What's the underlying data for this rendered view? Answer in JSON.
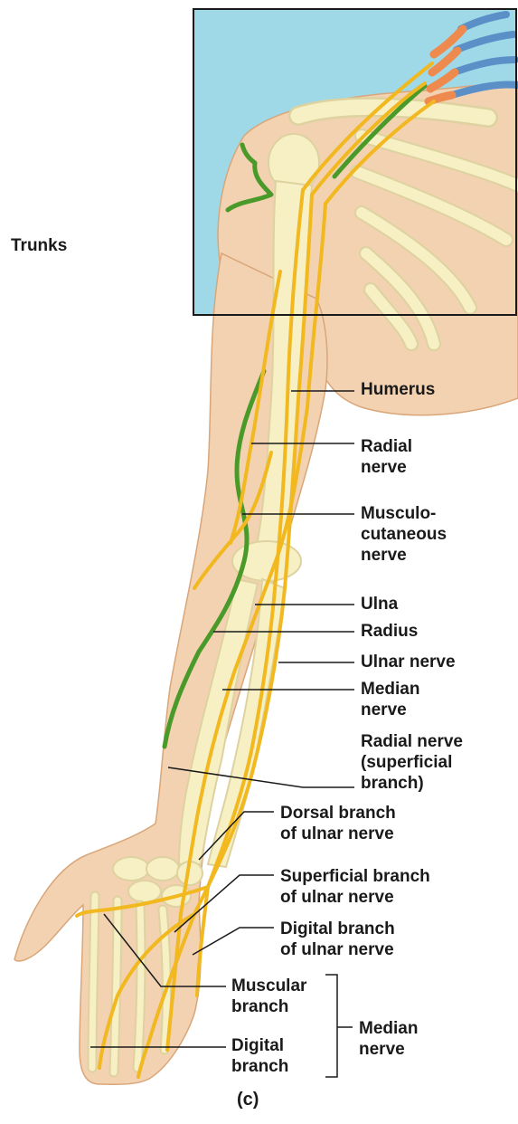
{
  "labels": {
    "trunks": "Trunks",
    "humerus": "Humerus",
    "radial_nerve": "Radial\nnerve",
    "musculocutaneous_nerve": "Musculo-\ncutaneous\nnerve",
    "ulna": "Ulna",
    "radius": "Radius",
    "ulnar_nerve": "Ulnar nerve",
    "median_nerve": "Median\nnerve",
    "radial_nerve_superficial": "Radial nerve\n(superficial\nbranch)",
    "dorsal_branch_ulnar": "Dorsal branch\nof ulnar nerve",
    "superficial_branch_ulnar": "Superficial branch\nof ulnar nerve",
    "digital_branch_ulnar": "Digital branch\nof ulnar nerve",
    "muscular_branch": "Muscular\nbranch",
    "digital_branch": "Digital\nbranch",
    "median_nerve_group": "Median\nnerve",
    "panel": "(c)"
  },
  "colors": {
    "skin": "#f2d2b0",
    "skin_shadow": "#e6b990",
    "bone": "#f7f0c4",
    "bone_edge": "#ddd2a0",
    "nerve_yellow": "#f2b81f",
    "nerve_green": "#4a9a2a",
    "inset_bg": "#9fd8e6",
    "trunk_orange": "#ee8a4e",
    "trunk_blue": "#5a8fc8",
    "line": "#1a1a1a"
  }
}
